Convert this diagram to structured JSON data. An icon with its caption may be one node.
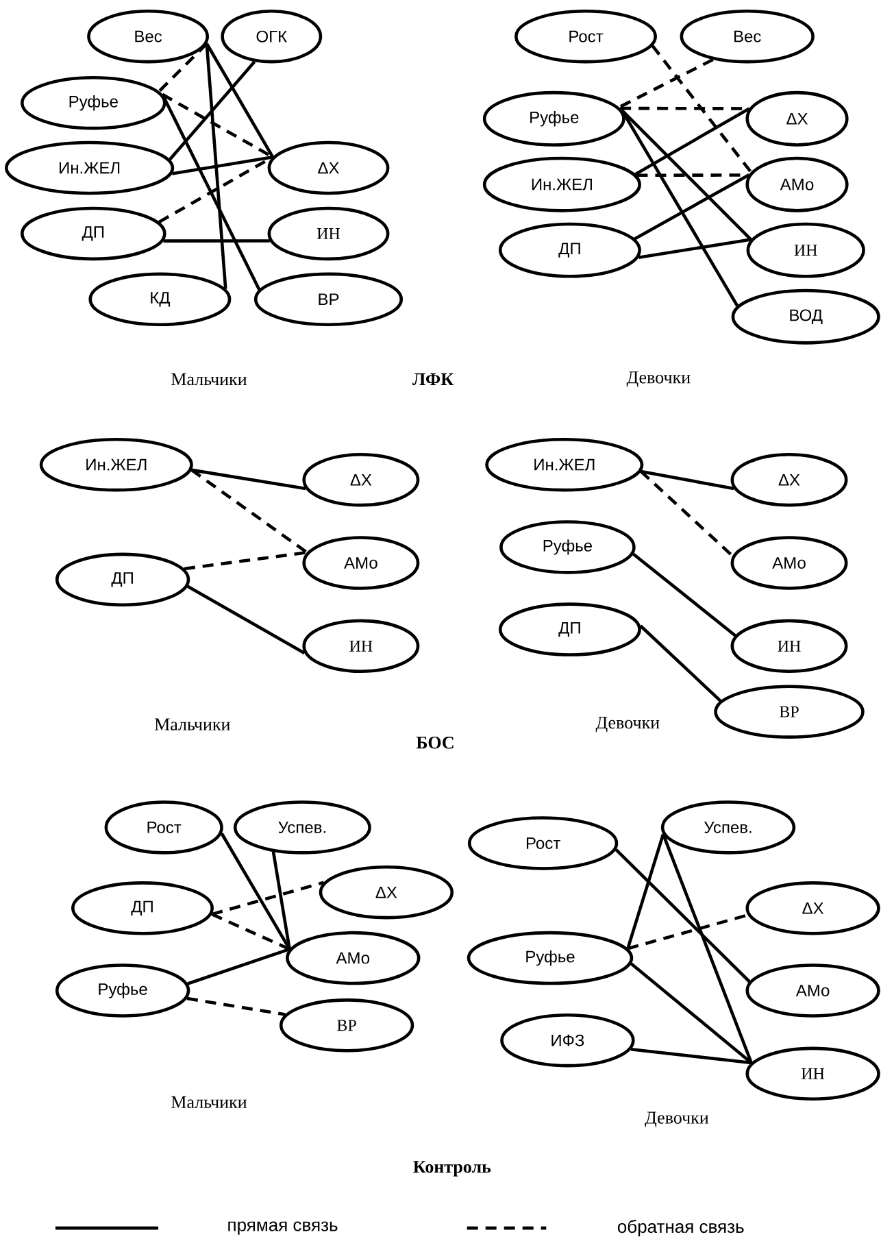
{
  "diagram": {
    "nodes": [
      {
        "text": [
          "Вес"
        ]
      },
      {
        "text": [
          "ОГК"
        ]
      },
      {
        "text": [
          "Руфье"
        ]
      },
      {
        "text": [
          "Ин.ЖЕЛ"
        ]
      },
      {
        "text": [
          "ДП"
        ]
      },
      {
        "text": [
          "КД"
        ]
      },
      {
        "text": [
          "ΔX"
        ]
      },
      {
        "text": [
          "ИН"
        ]
      },
      {
        "text": [
          "ВР"
        ]
      },
      {
        "text": [
          "Рост"
        ]
      },
      {
        "text": [
          "Вес"
        ]
      },
      {
        "text": [
          "Руфье"
        ]
      },
      {
        "text": [
          "Ин.ЖЕЛ"
        ]
      },
      {
        "text": [
          "ДП"
        ]
      },
      {
        "text": [
          "ΔX"
        ]
      },
      {
        "text": [
          "АМо"
        ]
      },
      {
        "text": [
          "ИН"
        ]
      },
      {
        "text": [
          "ВОД"
        ]
      },
      {
        "text": [
          "Ин.ЖЕЛ"
        ]
      },
      {
        "text": [
          "ДП"
        ]
      },
      {
        "text": [
          "ΔX"
        ]
      },
      {
        "text": [
          "АМо"
        ]
      },
      {
        "text": [
          "ИН"
        ]
      },
      {
        "text": [
          "Ин.ЖЕЛ"
        ]
      },
      {
        "text": [
          "Руфье"
        ]
      },
      {
        "text": [
          "ДП"
        ]
      },
      {
        "text": [
          "ΔX"
        ]
      },
      {
        "text": [
          "АМо"
        ]
      },
      {
        "text": [
          "ИН"
        ]
      },
      {
        "text": [
          "ВР"
        ]
      },
      {
        "text": [
          "Рост"
        ]
      },
      {
        "text": [
          "Успев."
        ]
      },
      {
        "text": [
          "ДП"
        ]
      },
      {
        "text": [
          "Руфье"
        ]
      },
      {
        "text": [
          "ΔX"
        ]
      },
      {
        "text": [
          "АМо"
        ]
      },
      {
        "text": [
          "ВР"
        ]
      },
      {
        "text": [
          "Рост"
        ]
      },
      {
        "text": [
          "Успев."
        ]
      },
      {
        "text": [
          "Руфье"
        ]
      },
      {
        "text": [
          "ИФЗ"
        ]
      },
      {
        "text": [
          "ΔX"
        ]
      },
      {
        "text": [
          "АМо"
        ]
      },
      {
        "text": [
          "ИН"
        ]
      }
    ],
    "edges": [
      {
        "from": 0,
        "to": 2,
        "arrow": "none",
        "style": "dashed"
      },
      {
        "from": 0,
        "to": 6,
        "arrow": "none"
      },
      {
        "from": 0,
        "to": 5,
        "arrow": "none"
      },
      {
        "from": 1,
        "to": 3,
        "arrow": "none"
      },
      {
        "from": 2,
        "to": 6,
        "arrow": "none",
        "style": "dashed"
      },
      {
        "from": 2,
        "to": 8,
        "arrow": "none"
      },
      {
        "from": 3,
        "to": 6,
        "arrow": "none"
      },
      {
        "from": 4,
        "to": 6,
        "arrow": "none",
        "style": "dashed"
      },
      {
        "from": 4,
        "to": 7,
        "arrow": "none"
      },
      {
        "from": 9,
        "to": 15,
        "arrow": "none",
        "style": "dashed"
      },
      {
        "from": 10,
        "to": 11,
        "arrow": "none",
        "style": "dashed"
      },
      {
        "from": 11,
        "to": 14,
        "arrow": "none",
        "style": "dashed"
      },
      {
        "from": 11,
        "to": 16,
        "arrow": "none"
      },
      {
        "from": 11,
        "to": 17,
        "arrow": "none"
      },
      {
        "from": 12,
        "to": 14,
        "arrow": "none"
      },
      {
        "from": 12,
        "to": 15,
        "arrow": "none",
        "style": "dashed"
      },
      {
        "from": 13,
        "to": 15,
        "arrow": "none"
      },
      {
        "from": 13,
        "to": 16,
        "arrow": "none"
      },
      {
        "from": 18,
        "to": 20,
        "arrow": "none"
      },
      {
        "from": 18,
        "to": 21,
        "arrow": "none",
        "style": "dashed"
      },
      {
        "from": 19,
        "to": 21,
        "arrow": "none",
        "style": "dashed"
      },
      {
        "from": 19,
        "to": 22,
        "arrow": "none"
      },
      {
        "from": 23,
        "to": 26,
        "arrow": "none"
      },
      {
        "from": 23,
        "to": 27,
        "arrow": "none",
        "style": "dashed"
      },
      {
        "from": 24,
        "to": 28,
        "arrow": "none"
      },
      {
        "from": 25,
        "to": 29,
        "arrow": "none"
      },
      {
        "from": 30,
        "to": 35,
        "arrow": "none"
      },
      {
        "from": 31,
        "to": 35,
        "arrow": "none"
      },
      {
        "from": 32,
        "to": 34,
        "arrow": "none",
        "style": "dashed"
      },
      {
        "from": 32,
        "to": 35,
        "arrow": "none",
        "style": "dashed"
      },
      {
        "from": 33,
        "to": 35,
        "arrow": "none"
      },
      {
        "from": 33,
        "to": 36,
        "arrow": "none",
        "style": "dashed"
      },
      {
        "from": 37,
        "to": 42,
        "arrow": "none"
      },
      {
        "from": 38,
        "to": 39,
        "arrow": "none"
      },
      {
        "from": 38,
        "to": 43,
        "arrow": "none"
      },
      {
        "from": 39,
        "to": 41,
        "arrow": "none",
        "style": "dashed"
      },
      {
        "from": 39,
        "to": 43,
        "arrow": "none"
      },
      {
        "from": 40,
        "to": 43,
        "arrow": "none"
      }
    ],
    "labels": [
      "Мальчики",
      "ЛФК",
      "Девочки",
      "Мальчики",
      "Девочки",
      "БОС",
      "Мальчики",
      "Девочки",
      "Контроль"
    ],
    "legend": [
      {
        "text": "прямая связь"
      },
      {
        "text": "обратная связь"
      }
    ]
  }
}
